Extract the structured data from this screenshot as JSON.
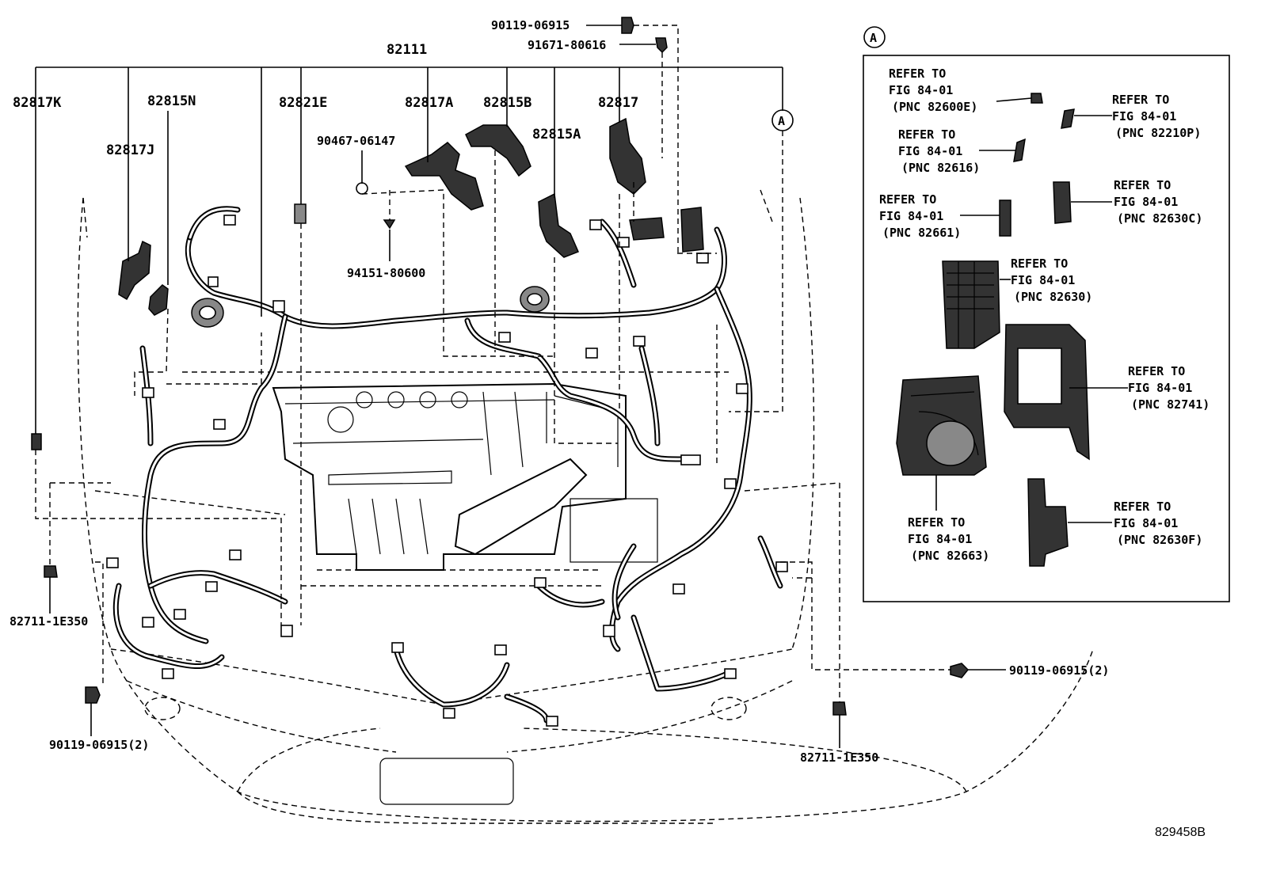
{
  "diagram_code": "829458B",
  "section_marker": "A",
  "callouts": {
    "c82111": "82111",
    "c82817K": "82817K",
    "c82815N": "82815N",
    "c82817J": "82817J",
    "c82821E": "82821E",
    "c82817A": "82817A",
    "c82815B": "82815B",
    "c82817": "82817",
    "c82815A": "82815A",
    "c90467": "90467-06147",
    "c94151": "94151-80600",
    "c90119_top": "90119-06915",
    "c91671": "91671-80616",
    "c82711_left": "82711-1E350",
    "c82711_right": "82711-1E350",
    "c90119_left": "90119-06915(2)",
    "c90119_right": "90119-06915(2)"
  },
  "inset_refs": [
    {
      "l1": "REFER TO",
      "l2": "FIG 84-01",
      "l3": "(PNC 82600E)"
    },
    {
      "l1": "REFER TO",
      "l2": "FIG 84-01",
      "l3": "(PNC 82210P)"
    },
    {
      "l1": "REFER TO",
      "l2": "FIG 84-01",
      "l3": "(PNC 82616)"
    },
    {
      "l1": "REFER TO",
      "l2": "FIG 84-01",
      "l3": "(PNC 82661)"
    },
    {
      "l1": "REFER TO",
      "l2": "FIG 84-01",
      "l3": "(PNC 82630C)"
    },
    {
      "l1": "REFER TO",
      "l2": "FIG 84-01",
      "l3": "(PNC 82630)"
    },
    {
      "l1": "REFER TO",
      "l2": "FIG 84-01",
      "l3": "(PNC 82741)"
    },
    {
      "l1": "REFER TO",
      "l2": "FIG 84-01",
      "l3": "(PNC 82663)"
    },
    {
      "l1": "REFER TO",
      "l2": "FIG 84-01",
      "l3": "(PNC 82630F)"
    }
  ]
}
